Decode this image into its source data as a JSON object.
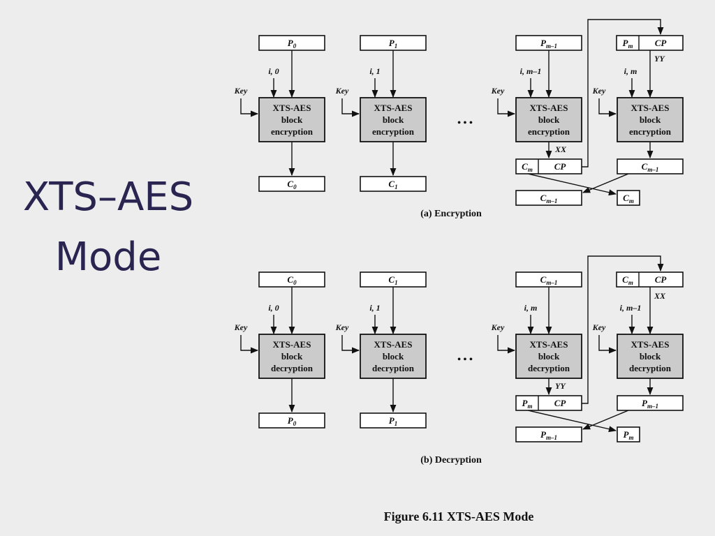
{
  "slide_title": {
    "line1": "XTS–AES",
    "line2": "Mode"
  },
  "figure_caption": "Figure 6.11 XTS-AES Mode",
  "encryption": {
    "caption": "(a) Encryption",
    "key": "Key",
    "block_lines": [
      "XTS-AES",
      "block",
      "encryption"
    ],
    "ellipsis": "• • •",
    "p0": {
      "base": "P",
      "sub": "0"
    },
    "p1": {
      "base": "P",
      "sub": "1"
    },
    "pm1": {
      "base": "P",
      "sub": "m–1"
    },
    "pm": {
      "base": "P",
      "sub": "m"
    },
    "cp": "CP",
    "c0": {
      "base": "C",
      "sub": "0"
    },
    "c1": {
      "base": "C",
      "sub": "1"
    },
    "cm_top": {
      "base": "C",
      "sub": "m"
    },
    "cm1_right": {
      "base": "C",
      "sub": "m–1"
    },
    "cm1_bottom": {
      "base": "C",
      "sub": "m–1"
    },
    "cm_bottom": {
      "base": "C",
      "sub": "m"
    },
    "tweak1": "i, 0",
    "tweak2": "i, 1",
    "tweak3": "i, m–1",
    "tweak4": "i, m",
    "xx": "XX",
    "yy": "YY"
  },
  "decryption": {
    "caption": "(b) Decryption",
    "key": "Key",
    "block_lines": [
      "XTS-AES",
      "block",
      "decryption"
    ],
    "ellipsis": "• • •",
    "c0": {
      "base": "C",
      "sub": "0"
    },
    "c1": {
      "base": "C",
      "sub": "1"
    },
    "cm1": {
      "base": "C",
      "sub": "m–1"
    },
    "cm": {
      "base": "C",
      "sub": "m"
    },
    "cp": "CP",
    "p0": {
      "base": "P",
      "sub": "0"
    },
    "p1": {
      "base": "P",
      "sub": "1"
    },
    "pm_top": {
      "base": "P",
      "sub": "m"
    },
    "pm1_right": {
      "base": "P",
      "sub": "m–1"
    },
    "pm1_bottom": {
      "base": "P",
      "sub": "m–1"
    },
    "pm_bottom": {
      "base": "P",
      "sub": "m"
    },
    "tweak1": "i, 0",
    "tweak2": "i, 1",
    "tweak3": "i, m",
    "tweak4": "i, m–1",
    "xx": "XX",
    "yy": "YY"
  }
}
